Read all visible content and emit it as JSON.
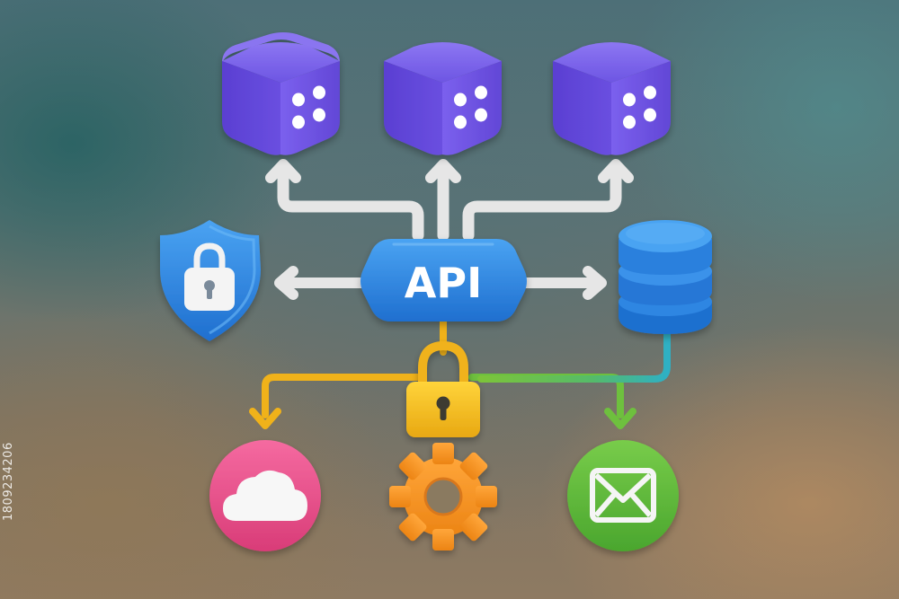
{
  "diagram": {
    "center_label": "API",
    "nodes": [
      {
        "id": "cube-left",
        "kind": "cube"
      },
      {
        "id": "cube-middle",
        "kind": "cube"
      },
      {
        "id": "cube-right",
        "kind": "cube"
      },
      {
        "id": "security-shield",
        "kind": "shield-lock"
      },
      {
        "id": "database",
        "kind": "database"
      },
      {
        "id": "padlock",
        "kind": "padlock"
      },
      {
        "id": "cloud",
        "kind": "cloud"
      },
      {
        "id": "gear",
        "kind": "gear"
      },
      {
        "id": "mail",
        "kind": "envelope"
      }
    ],
    "colors": {
      "cube": "#6a4de0",
      "api": "#2d86e0",
      "shield": "#2f8be6",
      "database": "#2f86e2",
      "padlock": "#f2c21f",
      "cloud_bg": "#ec4d8b",
      "gear": "#f79626",
      "mail_bg": "#5ab838",
      "arrow": "#e6e6e6",
      "line_yellow": "#f0b21a",
      "line_green": "#67c03c",
      "line_teal": "#2fb0c4"
    }
  },
  "watermark": {
    "side_id": "1809234206"
  }
}
